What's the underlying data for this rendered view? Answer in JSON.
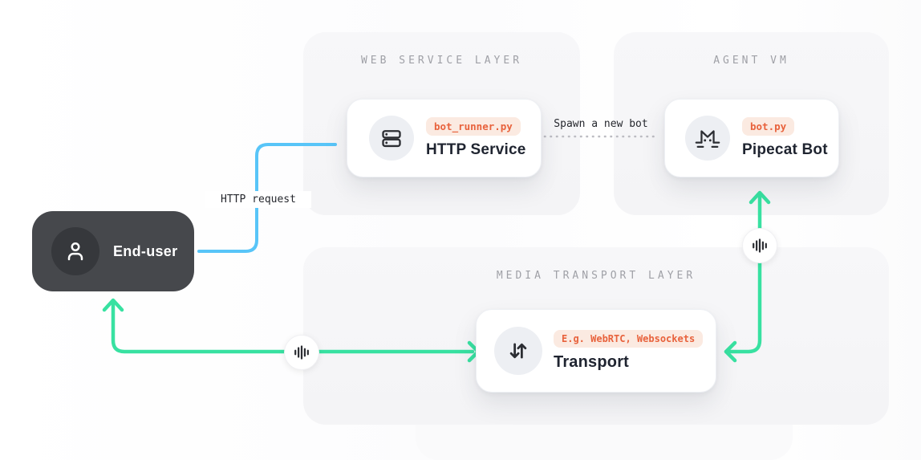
{
  "colors": {
    "blue": "#58c5f8",
    "green": "#38e1a1",
    "badge-text": "#e8623c",
    "badge-bg": "#fbeae1",
    "panel-bg": "#f6f6f8",
    "panel-title": "#9fa0a6",
    "node-title": "#1f2430",
    "dark-box": "#46484c",
    "icon-dark": "#2c2e33"
  },
  "panels": {
    "web_service": {
      "title": "WEB SERVICE LAYER"
    },
    "agent_vm": {
      "title": "AGENT VM"
    },
    "media_transport": {
      "title": "MEDIA TRANSPORT LAYER"
    }
  },
  "nodes": {
    "end_user": {
      "label": "End-user",
      "icon": "person-icon"
    },
    "http_service": {
      "label": "HTTP Service",
      "badge": "bot_runner.py",
      "icon": "server-icon"
    },
    "pipecat_bot": {
      "label": "Pipecat Bot",
      "badge": "bot.py",
      "icon": "pipecat-cat-icon"
    },
    "transport": {
      "label": "Transport",
      "badge": "E.g. WebRTC, Websockets",
      "icon": "transfer-arrows-icon"
    }
  },
  "edges": {
    "http_request": {
      "label": "HTTP request",
      "from": "end_user",
      "to": "http_service",
      "style": "solid",
      "color": "#58c5f8"
    },
    "spawn_bot": {
      "label": "Spawn a new bot",
      "from": "http_service",
      "to": "pipecat_bot",
      "style": "dotted"
    },
    "user_media": {
      "from": "end_user",
      "to": "transport",
      "style": "double-arrow",
      "color": "#38e1a1",
      "icon": "waveform-icon"
    },
    "bot_media": {
      "from": "pipecat_bot",
      "to": "transport",
      "style": "double-arrow",
      "color": "#38e1a1",
      "icon": "waveform-icon"
    }
  }
}
